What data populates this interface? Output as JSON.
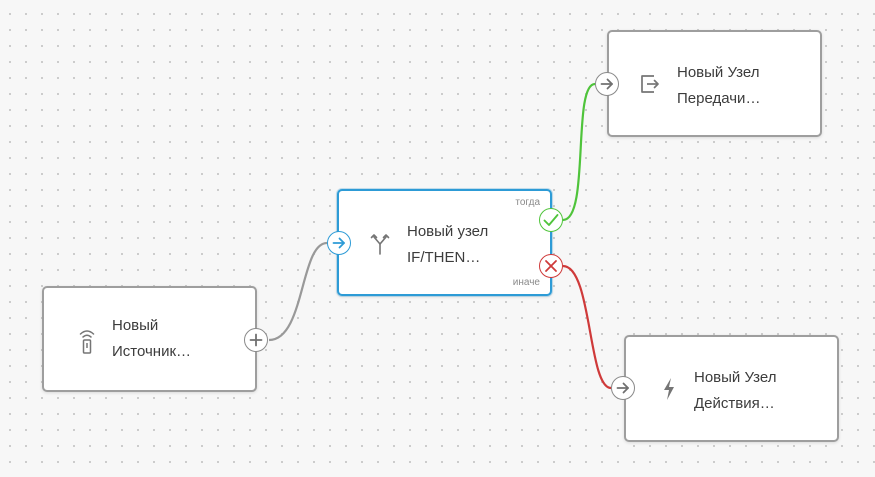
{
  "nodes": {
    "source": {
      "label": "Новый\nИсточник…",
      "icon": "remote-sensor-icon"
    },
    "ifthen": {
      "label": "Новый узел\nIF/THEN…",
      "icon": "branch-fork-icon",
      "then_label": "тогда",
      "else_label": "иначе"
    },
    "transfer": {
      "label": "Новый Узел\nПередачи…",
      "icon": "export-arrow-icon"
    },
    "action": {
      "label": "Новый Узел\nДействия…",
      "icon": "lightning-icon"
    }
  },
  "edges": [
    {
      "from": "source",
      "to": "ifthen",
      "color": "#999999"
    },
    {
      "from": "ifthen.then",
      "to": "transfer",
      "color": "#4fc43b"
    },
    {
      "from": "ifthen.else",
      "to": "action",
      "color": "#cf3a3a"
    }
  ],
  "colors": {
    "selected_border": "#2d9bd6",
    "node_border": "#9e9e9e",
    "then_port": "#4fc43b",
    "else_port": "#cf3a3a"
  }
}
